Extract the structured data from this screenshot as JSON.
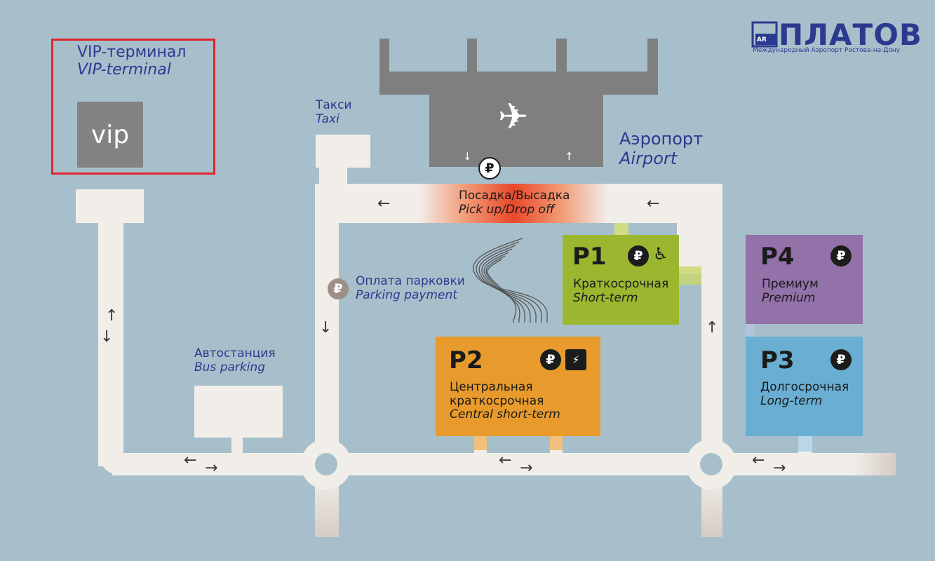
{
  "logo": {
    "mark": "AR",
    "name": "ПЛАТОВ",
    "subtitle": "Международный Аэропорт Ростова-на-Дону"
  },
  "vip": {
    "ru": "VIP-терминал",
    "en": "VIP-terminal",
    "badge": "vip"
  },
  "taxi": {
    "ru": "Такси",
    "en": "Taxi"
  },
  "airport": {
    "ru": "Аэропорт",
    "en": "Airport"
  },
  "dropoff": {
    "ru": "Посадка/Высадка",
    "en": "Pick up/Drop off"
  },
  "payment": {
    "ru": "Оплата парковки",
    "en": "Parking payment",
    "icon": "₽"
  },
  "bus": {
    "ru": "Автостанция",
    "en": "Bus parking"
  },
  "parkings": [
    {
      "code": "P1",
      "ru": "Краткосрочная",
      "en": "Short-term",
      "color": "#9bb72f",
      "icons": [
        "ruble-icon",
        "wheelchair-icon"
      ]
    },
    {
      "code": "P2",
      "ru": "Центральная",
      "ru2": "краткосрочная",
      "en": "Central short-term",
      "color": "#e89b2c",
      "icons": [
        "ruble-icon",
        "ev-charging-icon"
      ]
    },
    {
      "code": "P3",
      "ru": "Долгосрочная",
      "en": "Long-term",
      "color": "#6aaed3",
      "icons": [
        "ruble-icon"
      ]
    },
    {
      "code": "P4",
      "ru": "Премиум",
      "en": "Premium",
      "color": "#9371a9",
      "icons": [
        "ruble-icon"
      ]
    }
  ],
  "colors": {
    "background": "#a7bfcb",
    "road": "#f1eeea",
    "terminal": "#7f7f7f",
    "text": "#2b3a8f",
    "highlight": "#e0242c",
    "dropoff": "#ec5b2e"
  },
  "symbols": {
    "ruble": "₽",
    "plane": "✈",
    "wheelchair": "♿",
    "left": "←",
    "right": "→",
    "up": "↑",
    "down": "↓"
  }
}
